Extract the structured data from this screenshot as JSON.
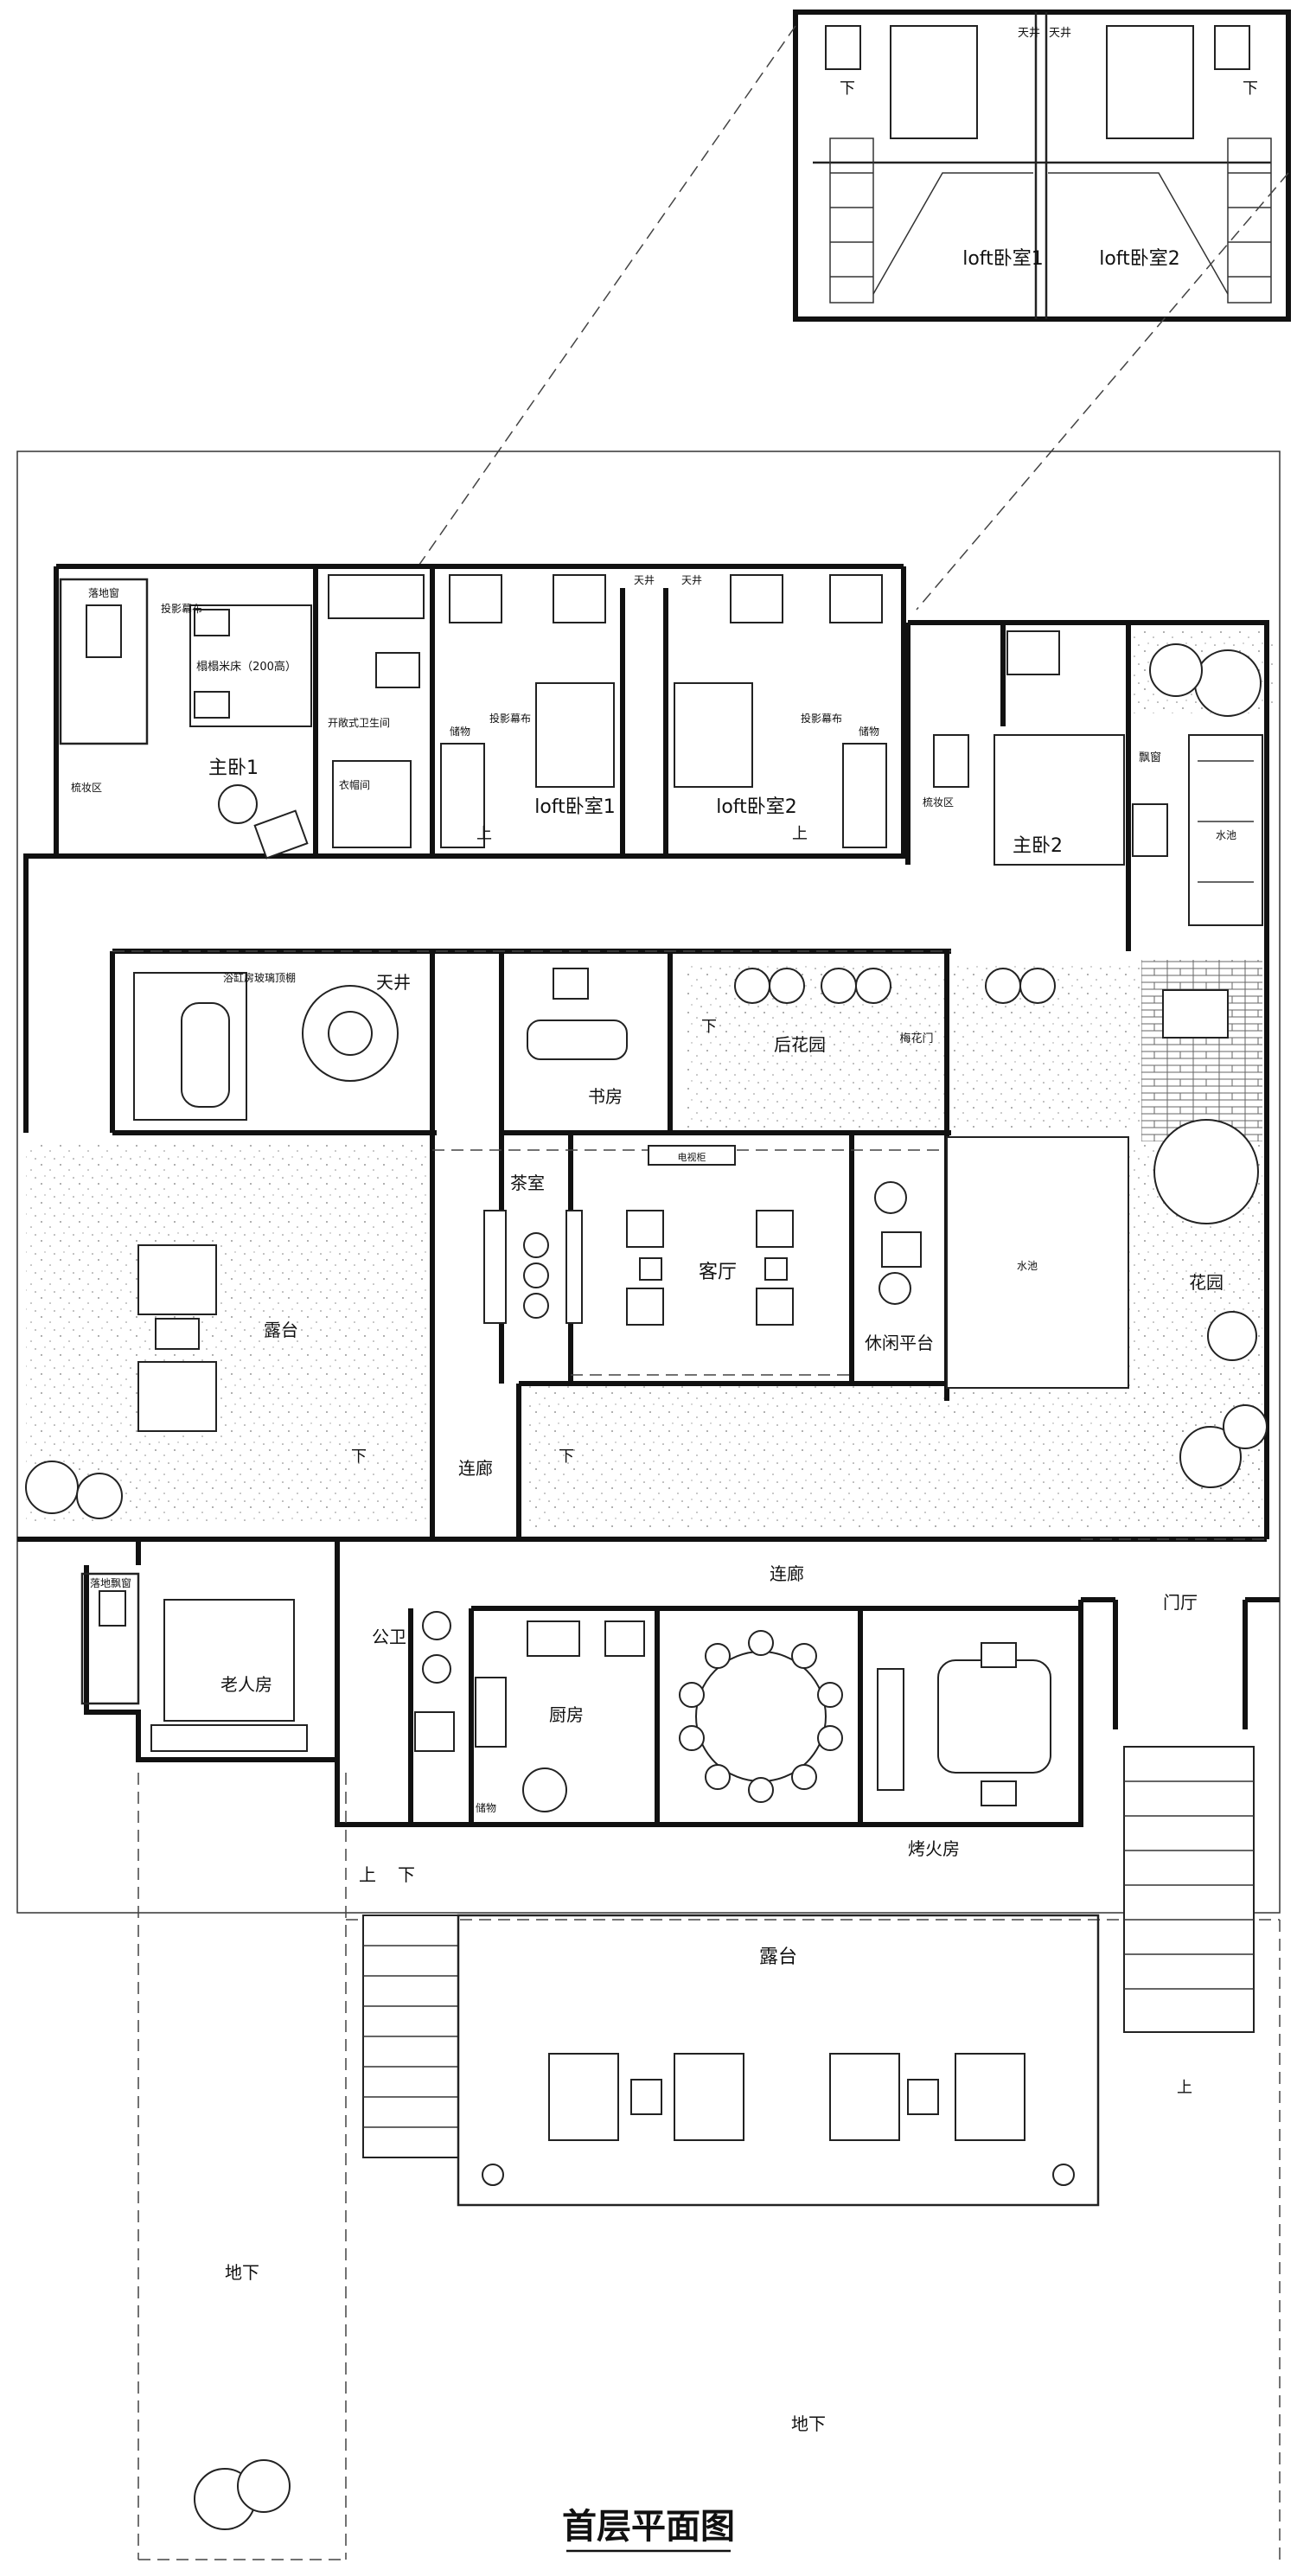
{
  "title": "首层平面图",
  "rooms": {
    "loft_inset_1": "loft卧室1",
    "loft_inset_2": "loft卧室2",
    "inset_skywell_1": "天井",
    "inset_skywell_2": "天井",
    "inset_down_left": "下",
    "inset_down_right": "下",
    "master1": "主卧1",
    "master1_bay": "落地窗",
    "master1_curtain": "投影幕布",
    "master1_bed": "榻榻米床（200高）",
    "master1_vanity": "梳妆区",
    "open_bath": "开敞式卫生间",
    "closet": "衣帽间",
    "loft1": "loft卧室1",
    "loft2": "loft卧室2",
    "loft1_curtain": "投影幕布",
    "loft2_curtain": "投影幕布",
    "loft1_storage": "储物",
    "loft2_storage": "储物",
    "loft1_up": "上",
    "loft2_up": "上",
    "skywell_small_1": "天井",
    "skywell_small_2": "天井",
    "master2": "主卧2",
    "master2_bay": "飘窗",
    "master2_vanity": "梳妆区",
    "water_feature_top": "水池",
    "bath_glass": "浴缸房玻璃顶棚",
    "skywell": "天井",
    "study": "书房",
    "study_down": "下",
    "back_garden": "后花园",
    "gate": "梅花门",
    "tea_room": "茶室",
    "tv_cabinet": "电视柜",
    "living": "客厅",
    "leisure": "休闲平台",
    "water_pool": "水池",
    "garden": "花园",
    "terrace_left": "露台",
    "terrace_left_down": "下",
    "corridor_short": "连廊",
    "corridor_down": "下",
    "corridor_long": "连廊",
    "foyer": "门厅",
    "elder": "老人房",
    "elder_bay": "落地飘窗",
    "public_wc": "公卫",
    "kitchen": "厨房",
    "kitchen_small": "储物",
    "fire_room": "烤火房",
    "stair_up": "上",
    "stair_down": "下",
    "terrace_bottom": "露台",
    "basement_left": "地下",
    "basement_right": "地下",
    "right_up": "上"
  }
}
